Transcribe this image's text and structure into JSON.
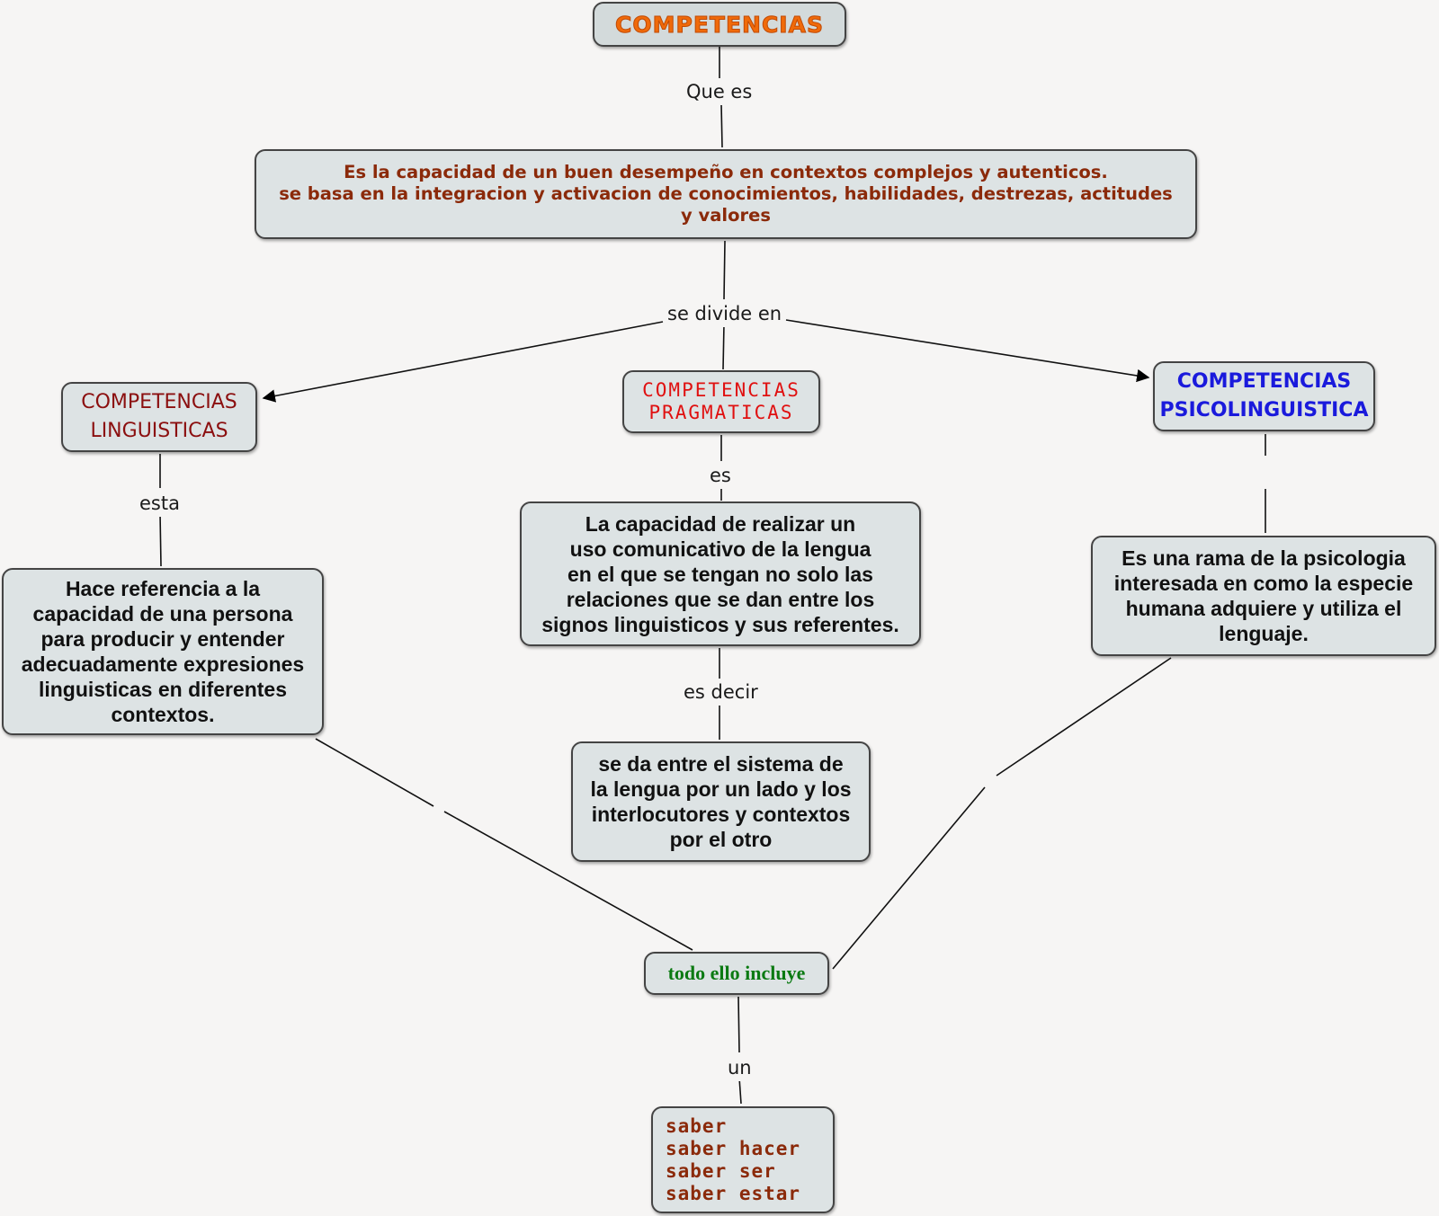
{
  "colors": {
    "background": "#f6f5f4",
    "node_fill": "#dde3e4",
    "root_orange": "#f06a0a",
    "definition_brown": "#8b2a0a",
    "linguisticas_red": "#8b0f0f",
    "pragmaticas_red": "#e01010",
    "psicolinguistica_blue": "#1a1adc",
    "incluye_green": "#0b7a12",
    "saber_brown": "#8b2a0a"
  },
  "nodes": {
    "root": "COMPETENCIAS",
    "definition": "Es la capacidad de un buen desempeño en contextos complejos y autenticos.\nse basa en la integracion y activacion de conocimientos, habilidades, destrezas, actitudes\ny valores",
    "linguisticas": "COMPETENCIAS\nLINGUISTICAS",
    "pragmaticas": "COMPETENCIAS\nPRAGMATICAS",
    "psicolinguistica": "COMPETENCIAS\nPSICOLINGUISTICA",
    "linguisticas_desc": "Hace referencia a la\ncapacidad de una persona\npara producir y entender\nadecuadamente expresiones\nlinguisticas en diferentes\ncontextos.",
    "pragmaticas_desc": "La capacidad de realizar un\nuso comunicativo de la lengua\nen el que se tengan no solo las\nrelaciones que se dan entre los\nsignos linguisticos y sus referentes.",
    "pragmaticas_detail": "se da entre el sistema de\nla lengua por un lado y los\ninterlocutores y contextos\npor el otro",
    "psicolinguistica_desc": "Es una rama de la psicologia\ninteresada en como la especie\nhumana adquiere y utiliza el\nlenguaje.",
    "incluye": "todo ello incluye",
    "saber": "saber\nsaber hacer\nsaber ser\nsaber estar"
  },
  "links": {
    "que_es": "Que es",
    "se_divide_en": "se divide en",
    "esta": "esta",
    "es": "es",
    "es_decir": "es decir",
    "un": "un"
  }
}
